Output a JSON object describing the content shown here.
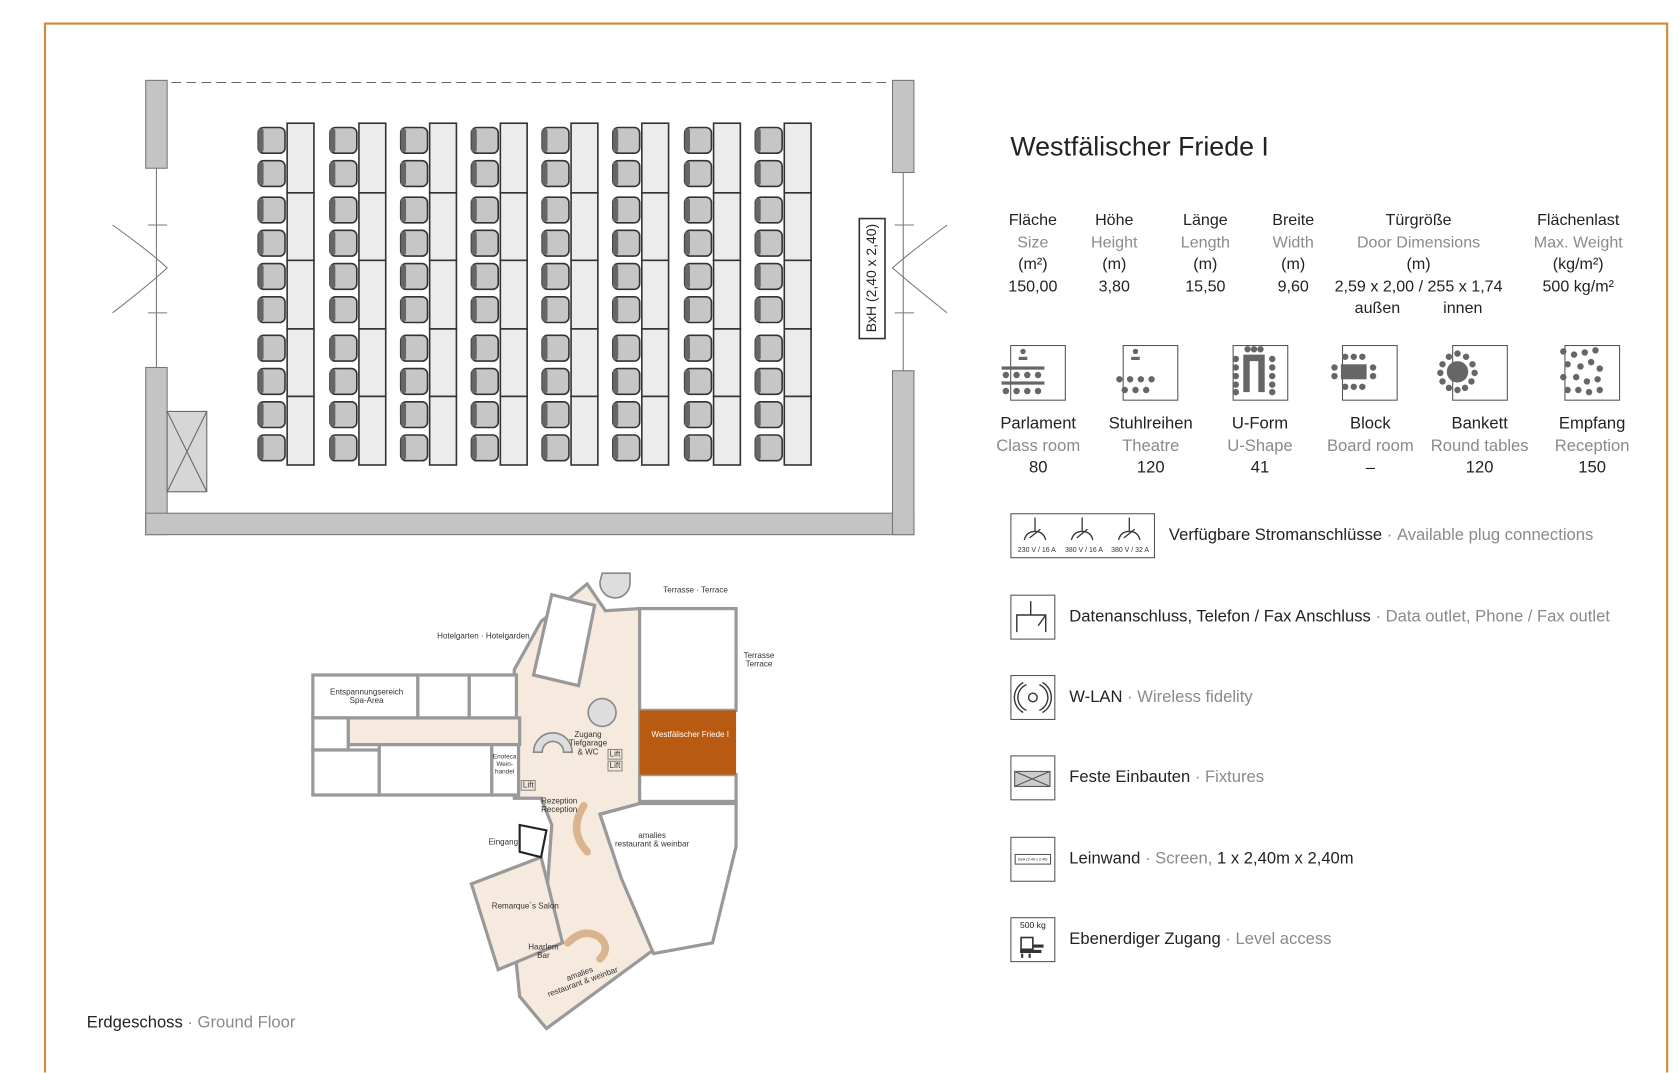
{
  "room_title": "Westfälischer Friede I",
  "specs": [
    {
      "de": "Fläche",
      "en": "Size",
      "unit": "(m²)",
      "value": "150,00"
    },
    {
      "de": "Höhe",
      "en": "Height",
      "unit": "(m)",
      "value": "3,80"
    },
    {
      "de": "Länge",
      "en": "Length",
      "unit": "(m)",
      "value": "15,50"
    },
    {
      "de": "Breite",
      "en": "Width",
      "unit": "(m)",
      "value": "9,60"
    },
    {
      "de": "Türgröße",
      "en": "Door Dimensions",
      "unit": "(m)",
      "value": "2,59 x 2,00 / 255 x 1,74",
      "note_a": "außen",
      "note_b": "innen"
    },
    {
      "de": "Flächenlast",
      "en": "Max. Weight",
      "unit": "(kg/m²)",
      "value": "500 kg/m²"
    }
  ],
  "layouts": [
    {
      "icon": "classroom-layout-icon",
      "de": "Parlament",
      "en": "Class room",
      "capacity": "80"
    },
    {
      "icon": "theatre-layout-icon",
      "de": "Stuhlreihen",
      "en": "Theatre",
      "capacity": "120"
    },
    {
      "icon": "u-shape-layout-icon",
      "de": "U-Form",
      "en": "U-Shape",
      "capacity": "41"
    },
    {
      "icon": "boardroom-layout-icon",
      "de": "Block",
      "en": "Board room",
      "capacity": "–"
    },
    {
      "icon": "banquet-layout-icon",
      "de": "Bankett",
      "en": "Round tables",
      "capacity": "120"
    },
    {
      "icon": "reception-layout-icon",
      "de": "Empfang",
      "en": "Reception",
      "capacity": "150"
    }
  ],
  "features": [
    {
      "icon": "power-plug-icon",
      "de": "Verfügbare Stromanschlüsse",
      "en": "Available plug connections",
      "plugs": [
        "230 V / 16 A",
        "380 V / 16 A",
        "380 V / 32 A"
      ]
    },
    {
      "icon": "data-outlet-icon",
      "de": "Datenanschluss, Telefon / Fax Anschluss",
      "en": "Data outlet, Phone / Fax outlet"
    },
    {
      "icon": "wlan-icon",
      "de": "W-LAN",
      "en": "Wireless fidelity"
    },
    {
      "icon": "fixtures-icon",
      "de": "Feste Einbauten",
      "en": "Fixtures"
    },
    {
      "icon": "screen-icon",
      "de": "Leinwand",
      "en": "Screen,",
      "extra": "1 x 2,40m x 2,40m",
      "icon_text": "BxH (2,40 x 2,40)"
    },
    {
      "icon": "level-access-icon",
      "de": "Ebenerdiger Zugang",
      "en": "Level access",
      "icon_text": "500 kg"
    }
  ],
  "room_plan": {
    "screen_label": "BxH (2,40 x 2,40)"
  },
  "floor_plan": {
    "labels": {
      "terrace_top": "Terrasse · Terrace",
      "terrace_side_de": "Terrasse",
      "terrace_side_en": "Terrace",
      "hotelgarden": "Hotelgarten · Hotelgarden",
      "spa_de": "Entspannungsereich",
      "spa_en": "Spa-Area",
      "room": "Westfälischer Friede I",
      "garage_1": "Zugang",
      "garage_2": "Tiefgarage",
      "garage_3": "& WC",
      "lift": "Lift",
      "enoteca_1": "Enoteca",
      "enoteca_2": "Wein-",
      "enoteca_3": "handel",
      "reception_de": "Rezeption",
      "reception_en": "Reception",
      "entrance": "Eingang",
      "restaurant_1": "amalies",
      "restaurant_2": "restaurant & weinbar",
      "salon": "Remarque´s Salon",
      "bar_1": "Haarlem",
      "bar_2": "Bar"
    },
    "highlight_color": "#b85a12"
  },
  "footer": {
    "de": "Erdgeschoss",
    "en": "Ground Floor"
  }
}
